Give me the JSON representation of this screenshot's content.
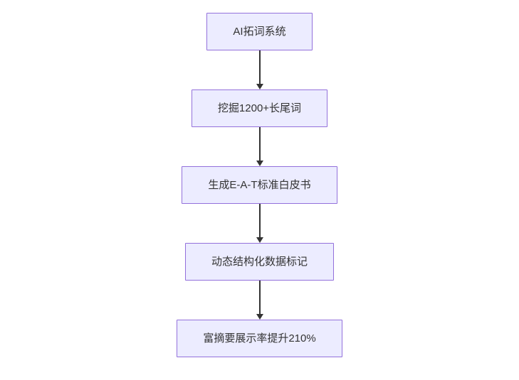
{
  "diagram": {
    "type": "flowchart",
    "direction": "top-down",
    "nodes": [
      {
        "id": "A",
        "label": "AI拓词系统"
      },
      {
        "id": "B",
        "label": "挖掘1200+长尾词"
      },
      {
        "id": "C",
        "label": "生成E-A-T标准白皮书"
      },
      {
        "id": "D",
        "label": "动态结构化数据标记"
      },
      {
        "id": "E",
        "label": "富摘要展示率提升210%"
      }
    ],
    "edges": [
      {
        "from": "A",
        "to": "B",
        "style": "arrow-down"
      },
      {
        "from": "B",
        "to": "C",
        "style": "arrow-down"
      },
      {
        "from": "C",
        "to": "D",
        "style": "arrow-down"
      },
      {
        "from": "D",
        "to": "E",
        "style": "arrow-down"
      }
    ],
    "colors": {
      "node_fill": "#ECECFF",
      "node_border": "#9370DB",
      "arrow": "#333333",
      "text": "#333333",
      "background": "#ffffff"
    }
  }
}
